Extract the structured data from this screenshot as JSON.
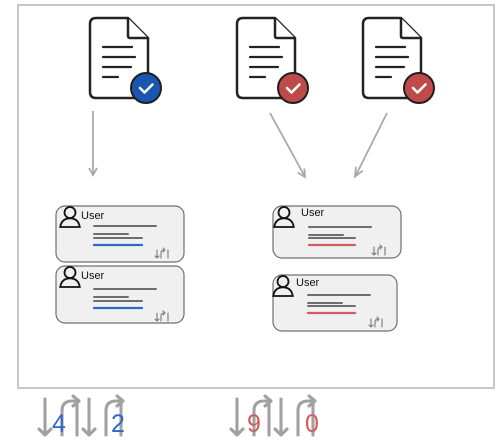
{
  "colors": {
    "blue_accent": "#2f67c9",
    "red_accent": "#d25b5b",
    "badge_blue": "#1a56b0",
    "badge_red": "#bf4a4a"
  },
  "documents": [
    {
      "id": "doc-left",
      "icon": "document-verified-icon",
      "badge_color": "#1a56b0"
    },
    {
      "id": "doc-middle",
      "icon": "document-verified-icon",
      "badge_color": "#bf4a4a"
    },
    {
      "id": "doc-right",
      "icon": "document-verified-icon",
      "badge_color": "#bf4a4a"
    }
  ],
  "cards": [
    {
      "user_label": "User",
      "accent": "#2f67c9"
    },
    {
      "user_label": "User",
      "accent": "#2f67c9"
    },
    {
      "user_label": "User",
      "accent": "#d25b5b"
    },
    {
      "user_label": "User",
      "accent": "#d25b5b"
    }
  ],
  "counters": {
    "left": {
      "first": "4",
      "second": "2",
      "color": "#2f67c9"
    },
    "right": {
      "first": "9",
      "second": "0",
      "color": "#d25b5b"
    }
  }
}
